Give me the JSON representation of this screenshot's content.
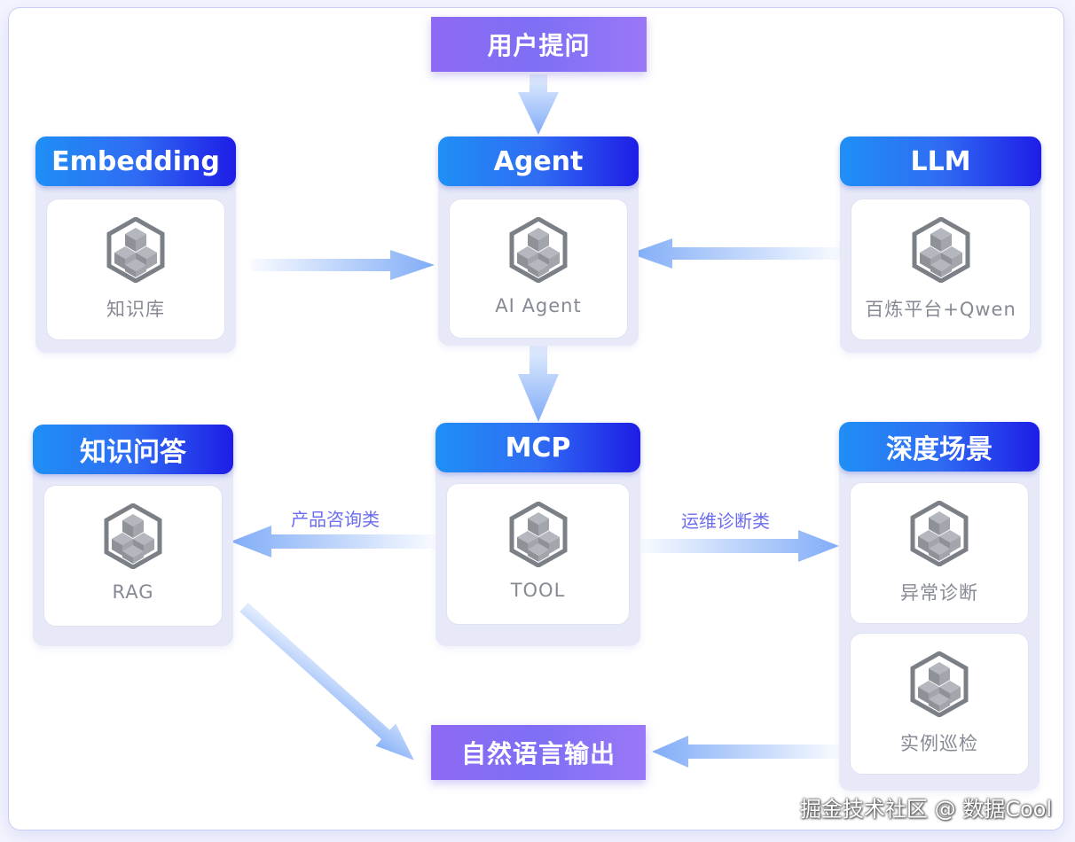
{
  "top_input": "用户提问",
  "bottom_output": "自然语言输出",
  "groups": {
    "embedding": {
      "title": "Embedding",
      "cards": [
        "知识库"
      ]
    },
    "agent": {
      "title": "Agent",
      "cards": [
        "AI Agent"
      ]
    },
    "llm": {
      "title": "LLM",
      "cards": [
        "百炼平台+Qwen"
      ]
    },
    "qa": {
      "title": "知识问答",
      "cards": [
        "RAG"
      ]
    },
    "mcp": {
      "title": "MCP",
      "cards": [
        "TOOL"
      ]
    },
    "deep": {
      "title": "深度场景",
      "cards": [
        "异常诊断",
        "实例巡检"
      ]
    }
  },
  "edges": {
    "product_consult": "产品咨询类",
    "ops_diagnosis": "运维诊断类"
  },
  "watermark": "掘金技术社区 @ 数据Cool",
  "colors": {
    "header_gradient": [
      "#1f8ff5",
      "#1e1de6"
    ],
    "pill_gradient": [
      "#8f6af4",
      "#9a78f7"
    ],
    "arrow": "#7aa8f7",
    "edge_label": "#6b6cf0",
    "card_label": "#868a94"
  },
  "icons": {
    "card_icon": "cube-cluster-icon"
  }
}
